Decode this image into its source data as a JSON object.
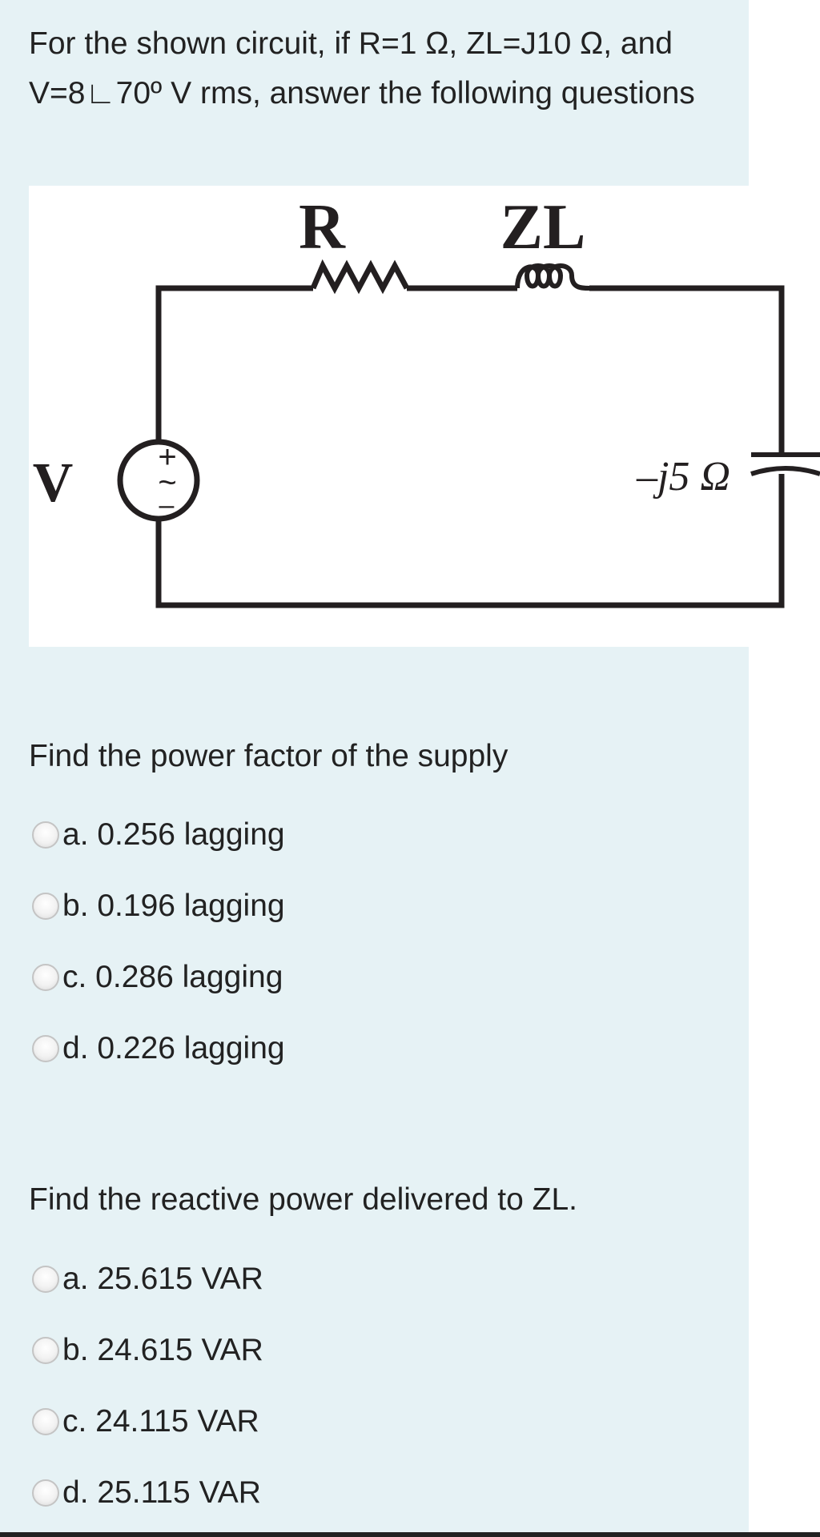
{
  "intro": {
    "text": "For the shown circuit, if R=1 Ω, ZL=J10 Ω, and V=8∟70º V rms, answer the following questions"
  },
  "circuit": {
    "label_r": "R",
    "label_zl": "ZL",
    "label_v": "V",
    "label_cap": "–j5 Ω",
    "plus_sign": "+",
    "minus_sign": "–",
    "tilde_sign": "~"
  },
  "questions": [
    {
      "text": "Find the power factor of the supply",
      "options": [
        {
          "label": "a. 0.256 lagging"
        },
        {
          "label": "b. 0.196 lagging"
        },
        {
          "label": "c. 0.286 lagging"
        },
        {
          "label": "d. 0.226 lagging"
        }
      ]
    },
    {
      "text": "Find the reactive power delivered to ZL.",
      "options": [
        {
          "label": "a. 25.615 VAR"
        },
        {
          "label": "b. 24.615 VAR"
        },
        {
          "label": "c. 24.115 VAR"
        },
        {
          "label": "d. 25.115 VAR"
        }
      ]
    }
  ],
  "colors": {
    "panel_bg": "#e6f2f5",
    "text": "#222222",
    "wire": "#231f20"
  }
}
